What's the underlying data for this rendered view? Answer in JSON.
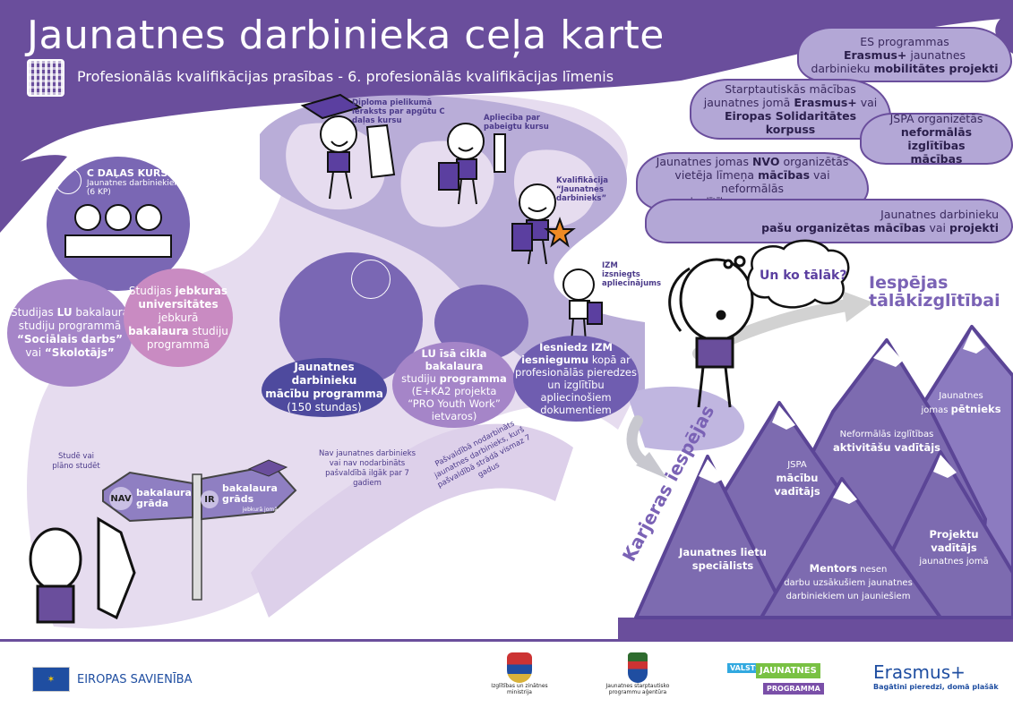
{
  "header": {
    "title": "Jaunatnes darbinieka ceļa karte",
    "subtitle": "Profesionālās kvalifikācijas prasības -  6. profesionālās kvalifikācijas līmenis",
    "qr_icon": "qr-code-icon"
  },
  "colors": {
    "primary_purple": "#6a4e9c",
    "light_lilac": "#e6dcef",
    "mid_lilac": "#b3a7d6",
    "pink_bubble": "#c98bc2",
    "dark_blue_bubble": "#4e4a9e",
    "mountain": "#7d6bb0",
    "text_dark": "#3a2a5e"
  },
  "clouds": [
    {
      "pre": "ES programmas",
      "b1": "Erasmus+",
      "mid": " jaunatnes",
      "line3": "darbinieku ",
      "b2": "mobilitātes projekti"
    },
    {
      "pre": "Starptautiskās mācības",
      "line2": "jaunatnes jomā ",
      "b1": "Erasmus+",
      "mid": " vai",
      "b2": "Eiropas Solidaritātes korpuss"
    },
    {
      "pre": "JSPA organizētās",
      "b1": "neformālās izglītības",
      "b2": "mācības"
    },
    {
      "pre": "Jaunatnes jomas ",
      "b1": "NVO",
      "mid": " organizētās",
      "line2a": "vietēja līmeņa ",
      "b2": "mācības",
      "line2b": " vai neformālās",
      "line3": "izglītības programmas"
    },
    {
      "pre": "Jaunatnes darbinieku",
      "b1": "pašu organizētas mācības",
      "mid": " vai ",
      "b2": "projekti"
    }
  ],
  "figures": {
    "diploma_caption": "Diploma pielikumā ieraksts par apgūtu C daļas kursu",
    "certificate_caption": "Apliecība par pabeigtu kursu",
    "qualification_caption": "Kvalifikācija “Jaunatnes darbinieks”",
    "izm_caption": "IZM izsniegts apliecinājums",
    "thought_bubble": "Un ko tālāk?"
  },
  "c_course": {
    "title": "C DAĻAS KURSS",
    "line1": "Jaunatnes darbiniekiem",
    "line2": "(6 KP)"
  },
  "bubbles": {
    "lu_studies": {
      "t1": "Studijas ",
      "b1": "LU",
      "t2": " bakalaura",
      "t3": "studiju programmā",
      "b2": "“Sociālais darbs”",
      "t4": "vai ",
      "b3": "“Skolotājs”"
    },
    "any_univ": {
      "t1": "Studijas ",
      "b1": "jebkuras",
      "b2": "universitātes",
      "t2": " jebkurā",
      "b3": "bakalaura",
      "t3": " studiju",
      "t4": "programmā"
    },
    "youth_program": {
      "b1": "Jaunatnes darbinieku",
      "b2": "mācību programma",
      "t1": "(150 stundas)"
    },
    "lu_short": {
      "b1": "LU īsā cikla bakalaura",
      "t1": "studiju ",
      "b2": "programma",
      "t2": "(E+KA2 projekta",
      "t3": "“PRO Youth Work”",
      "t4": "ietvaros)"
    },
    "izm_submit": {
      "b1": "Iesniedz IZM",
      "b2": "iesniegumu",
      "t1": " kopā ar",
      "t2": "profesionālās pieredzes",
      "t3": "un izglītību apliecinošiem",
      "t4": "dokumentiem"
    }
  },
  "path_notes": {
    "studying": "Studē vai plāno studēt",
    "not_employed": "Nav jaunatnes darbinieks vai nav nodarbināts pašvaldībā ilgāk par 7 gadiem",
    "municipal": "Pašvaldībā nodarbināts jaunatnes darbinieks, kurš pašvaldībā strādā vismaz 7 gadus"
  },
  "signpost": {
    "left_badge": "NAV",
    "left_l1": "bakalaura",
    "left_l2": "grāda",
    "right_badge": "IR",
    "right_l1": "bakalaura",
    "right_l2": "grāds",
    "right_small": "jebkurā jomā"
  },
  "further_education": {
    "line1": "Iespējas",
    "line2": "tālākizglītībai"
  },
  "career": {
    "label": "Karjeras iespējas",
    "mountains": [
      {
        "id": "youth-affairs",
        "b": "Jaunatnes lietu",
        "b2": "speciālists"
      },
      {
        "id": "jspa-trainer",
        "t": "JSPA",
        "b": "mācību vadītājs"
      },
      {
        "id": "nonformal-leader",
        "t": "Neformālās izglītības",
        "b": "aktivitāšu vadītājs"
      },
      {
        "id": "researcher",
        "t": "Jaunatnes",
        "t2": "jomas ",
        "b": "pētnieks"
      },
      {
        "id": "project-manager",
        "b": "Projektu vadītājs",
        "t": "jaunatnes jomā"
      },
      {
        "id": "mentor",
        "b": "Mentors",
        "t": " nesen",
        "t2": "darbu uzsākušiem jaunatnes",
        "t3": "darbiniekiem un jauniešiem"
      }
    ]
  },
  "footer": {
    "eu": "EIROPAS SAVIENĪBA",
    "izm_l1": "Izglītības un zinātnes",
    "izm_l2": "ministrija",
    "jspa_l1": "Jaunatnes starptautisko",
    "jspa_l2": "programmu aģentūra",
    "vjp_1": "VALSTS",
    "vjp_2": "JAUNATNES",
    "vjp_3": "PROGRAMMA",
    "erasmus": "Erasmus+",
    "erasmus_tag": "Bagātini pieredzi, domā plašāk"
  }
}
